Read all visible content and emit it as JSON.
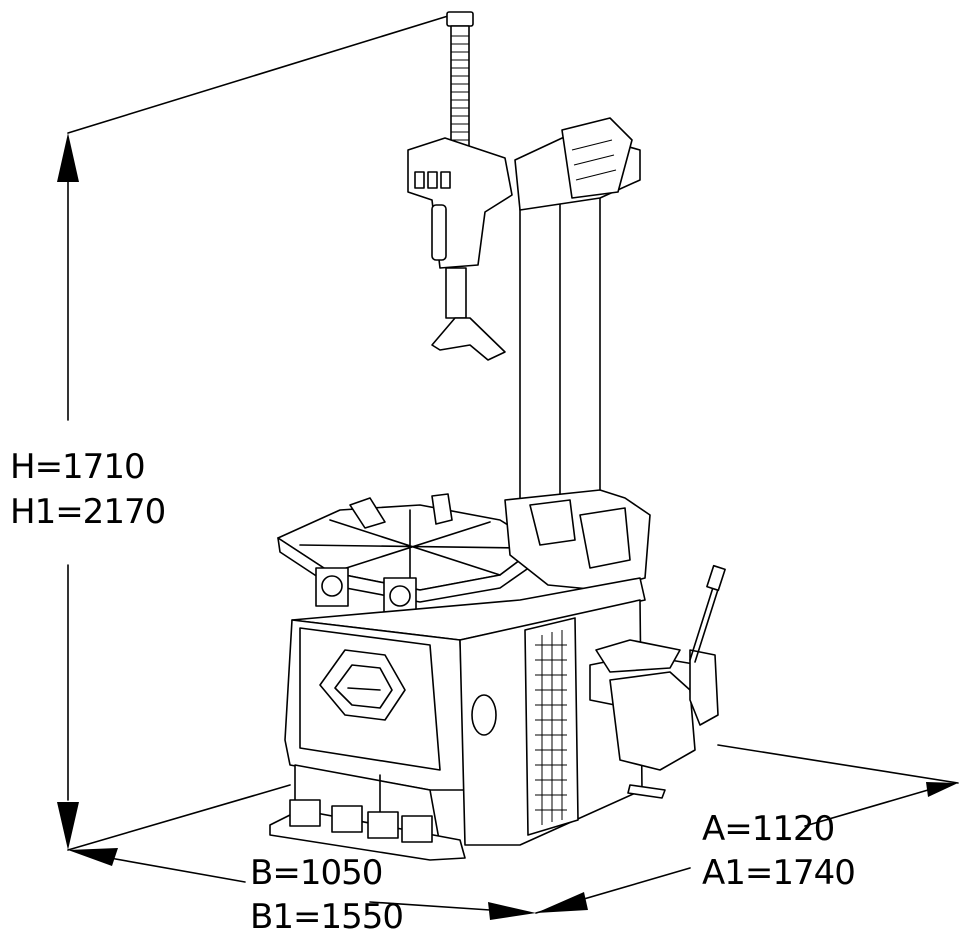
{
  "dimensions": {
    "height": "H=1710",
    "height_max": "H1=2170",
    "width_b": "B=1050",
    "width_b_max": "B1=1550",
    "depth_a": "A=1120",
    "depth_a_max": "A1=1740"
  },
  "colors": {
    "line": "#000000",
    "background": "#ffffff"
  }
}
